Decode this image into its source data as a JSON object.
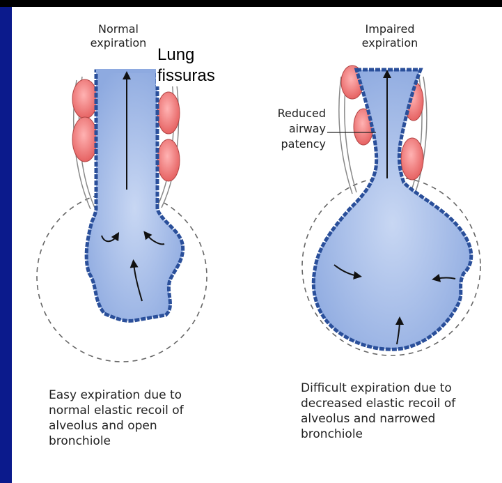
{
  "left_panel": {
    "title_line1": "Normal",
    "title_line2": "expiration",
    "caption_lines": [
      "Easy expiration due to",
      "normal elastic recoil of",
      "alveolus and open",
      "bronchiole"
    ]
  },
  "right_panel": {
    "title_line1": "Impaired",
    "title_line2": "expiration",
    "label_lines": [
      "Reduced",
      "airway",
      "patency"
    ],
    "caption_lines": [
      "Difficult expiration due to",
      "decreased elastic recoil of",
      "alveolus and narrowed",
      "bronchiole"
    ]
  },
  "overlay_note": {
    "line1": "Lung",
    "line2": "fissuras"
  },
  "colors": {
    "background": "#0b1a8c",
    "panel": "#ffffff",
    "airway_fill": "#a9bfe8",
    "wall": "#2a4f9a",
    "alveolus": "#f07a7a"
  }
}
